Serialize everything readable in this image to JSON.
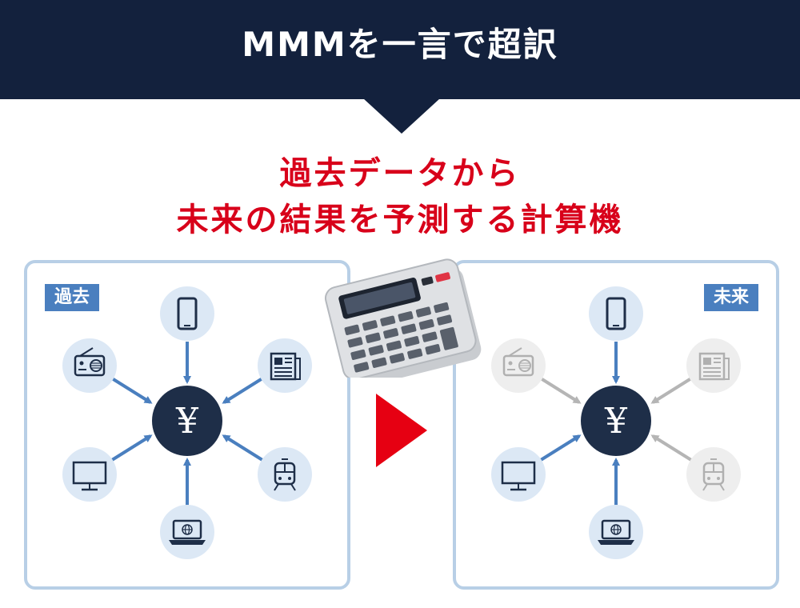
{
  "header": {
    "title": "MMMを一言で超訳"
  },
  "subtitle": {
    "line1": "過去データから",
    "line2": "未来の結果を予測する計算機"
  },
  "panels": [
    {
      "label": "過去"
    },
    {
      "label": "未来"
    }
  ],
  "center_symbol": "¥",
  "nodes": [
    "smartphone-icon",
    "newspaper-icon",
    "train-icon",
    "laptop-icon",
    "tv-icon",
    "radio-icon"
  ],
  "colors": {
    "header_bg": "#13213d",
    "accent_red": "#d8001a",
    "panel_border": "#b8cfe6",
    "tag_bg": "#4a7fbf",
    "arrow_active": "#4a7fbf",
    "arrow_inactive": "#b5b5b5",
    "node_active_bg": "#dce8f5",
    "node_inactive_bg": "#eeeeee",
    "center_bg": "#1e2e48"
  }
}
